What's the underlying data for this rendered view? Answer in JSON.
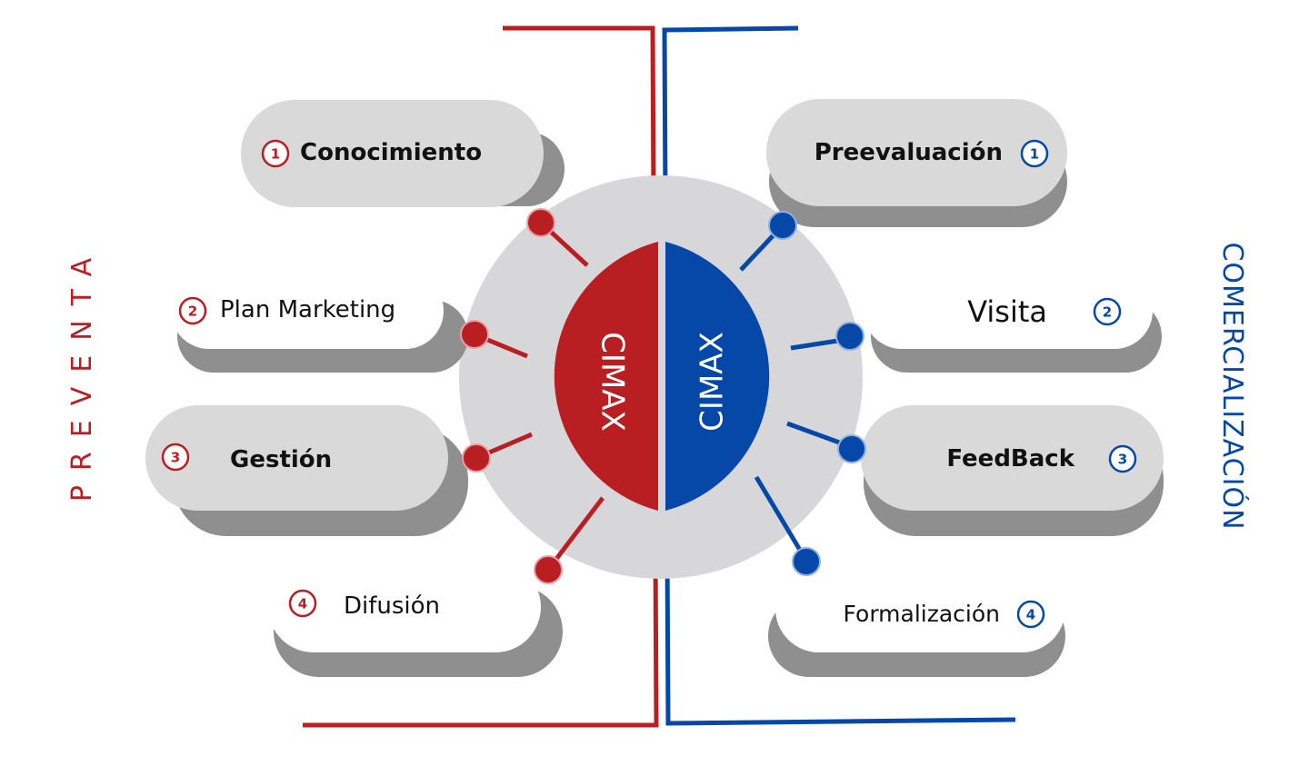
{
  "brand": {
    "red": "#b81e22",
    "blue": "#0648a8",
    "light_gray": "#d9d9d9",
    "shadow_gray": "#8f8f8f",
    "core_gray": "#d7d7d9"
  },
  "center": {
    "left_label": "CIMAX",
    "right_label": "CIMAX"
  },
  "preventa": {
    "title": "PREVENTA",
    "items": [
      {
        "number": "1",
        "label": "Conocimiento"
      },
      {
        "number": "2",
        "label": "Plan Marketing"
      },
      {
        "number": "3",
        "label": "Gestión"
      },
      {
        "number": "4",
        "label": "Difusión"
      }
    ]
  },
  "comercializacion": {
    "title": "COMERCIALIZACIÓN",
    "items": [
      {
        "number": "1",
        "label": "Preevaluación"
      },
      {
        "number": "2",
        "label": "Visita"
      },
      {
        "number": "3",
        "label": "FeedBack"
      },
      {
        "number": "4",
        "label": "Formalización"
      }
    ]
  }
}
